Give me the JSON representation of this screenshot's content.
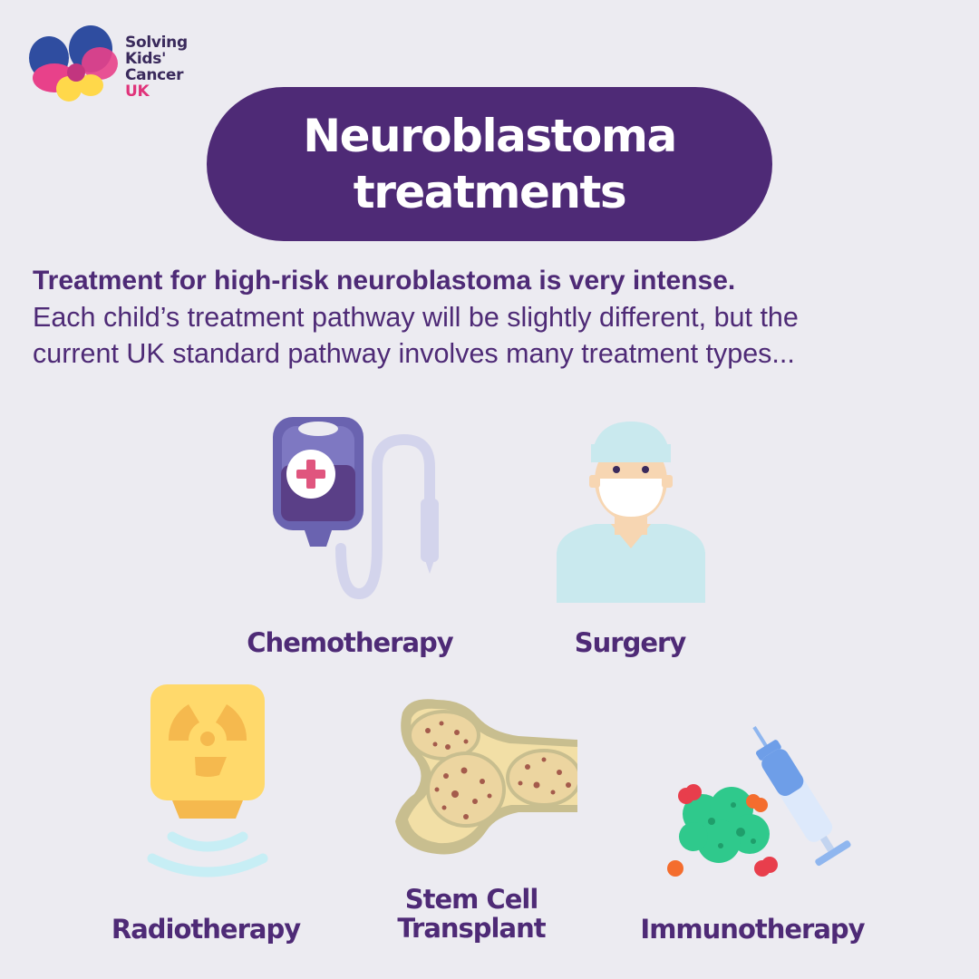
{
  "logo": {
    "line1": "Solving",
    "line2": "Kids'",
    "line3": "Cancer",
    "line4": "UK",
    "icon": "butterfly-logo-icon"
  },
  "title": {
    "line1": "Neuroblastoma",
    "line2": "treatments"
  },
  "intro": {
    "bold": "Treatment for high-risk neuroblastoma is very intense.",
    "line1": "Each child’s treatment pathway will be slightly different, but the",
    "line2": "current UK standard pathway involves many treatment types..."
  },
  "treatments": [
    {
      "label": "Chemotherapy",
      "icon": "iv-drip-bag-icon"
    },
    {
      "label": "Surgery",
      "icon": "surgeon-icon"
    },
    {
      "label": "Radiotherapy",
      "icon": "radiation-machine-icon"
    },
    {
      "label_line1": "Stem Cell",
      "label_line2": "Transplant",
      "icon": "bone-marrow-icon"
    },
    {
      "label": "Immunotherapy",
      "icon": "syringe-cells-icon"
    }
  ],
  "colors": {
    "background": "#ecebf1",
    "brand_purple": "#4e2a76",
    "brand_pink": "#e0337a"
  }
}
